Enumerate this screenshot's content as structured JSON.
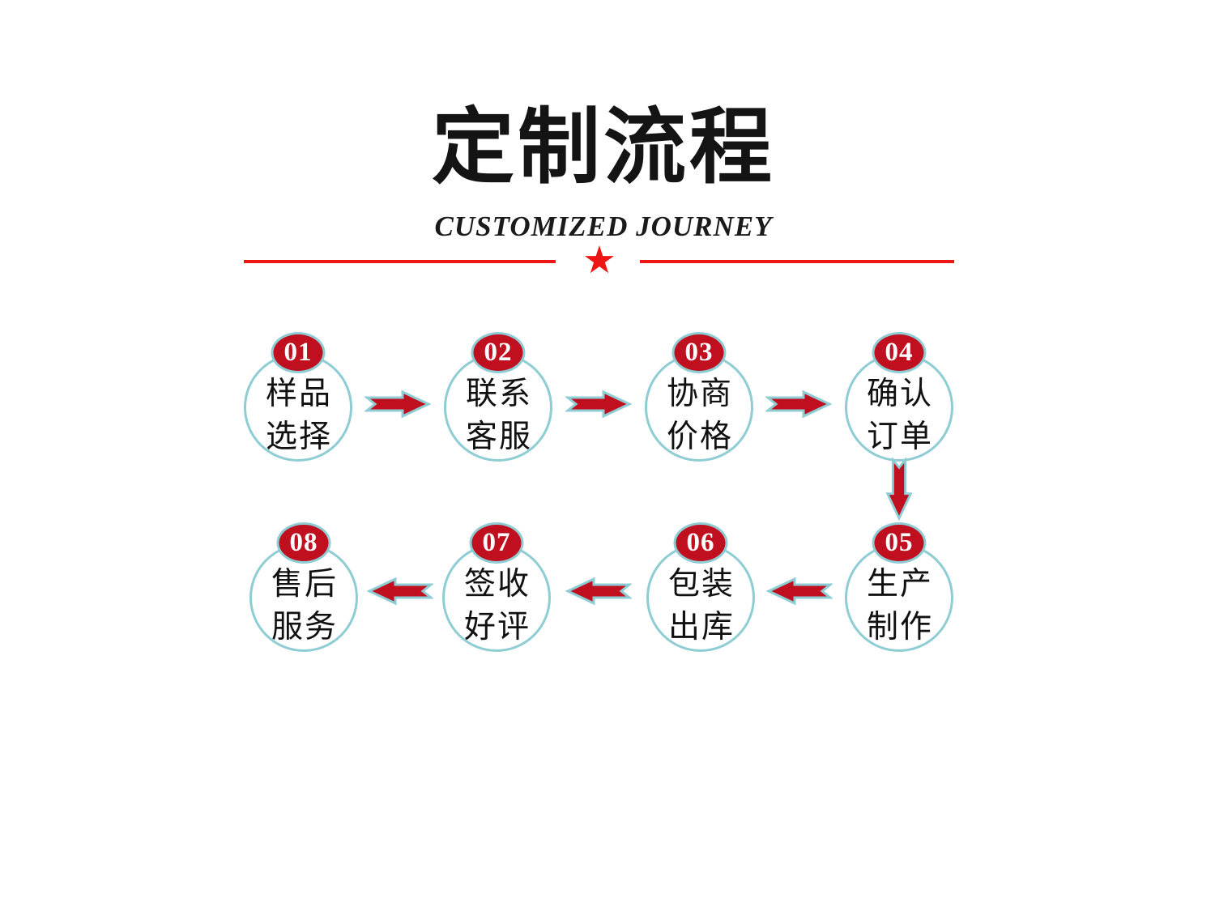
{
  "header": {
    "title": "定制流程",
    "subtitle": "CUSTOMIZED JOURNEY"
  },
  "divider": {
    "star": "★"
  },
  "colors": {
    "primary_red": "#c00f1f",
    "bright_red": "#ee1515",
    "teal_outline": "#8ecdd3",
    "text": "#111111",
    "background": "#ffffff"
  },
  "flow": {
    "steps": [
      {
        "number": "01",
        "lines": [
          "样品",
          "选择"
        ]
      },
      {
        "number": "02",
        "lines": [
          "联系",
          "客服"
        ]
      },
      {
        "number": "03",
        "lines": [
          "协商",
          "价格"
        ]
      },
      {
        "number": "04",
        "lines": [
          "确认",
          "订单"
        ]
      },
      {
        "number": "05",
        "lines": [
          "生产",
          "制作"
        ]
      },
      {
        "number": "06",
        "lines": [
          "包装",
          "出库"
        ]
      },
      {
        "number": "07",
        "lines": [
          "签收",
          "好评"
        ]
      },
      {
        "number": "08",
        "lines": [
          "售后",
          "服务"
        ]
      }
    ],
    "icons": {
      "right_arrow": "block-arrow-right-icon",
      "left_arrow": "block-arrow-left-icon",
      "down_arrow": "block-arrow-down-icon",
      "star": "star-icon"
    }
  }
}
